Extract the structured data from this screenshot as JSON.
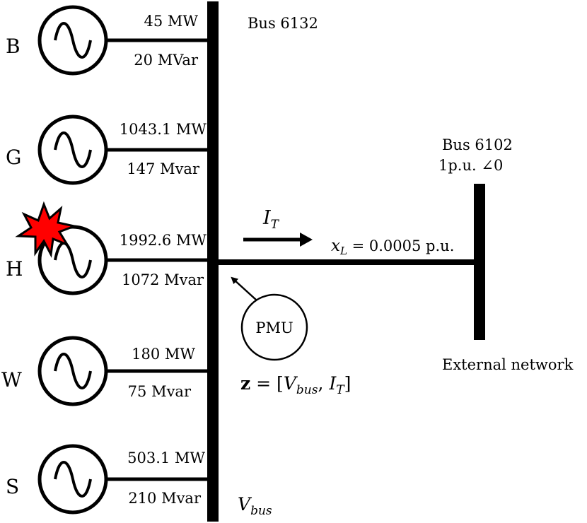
{
  "colors": {
    "line": "#000000",
    "fault_fill": "#ff0000",
    "background": "#ffffff"
  },
  "generators": [
    {
      "letter": "B",
      "active_power": "45 MW",
      "reactive_power": "20 MVar",
      "faulted": false
    },
    {
      "letter": "G",
      "active_power": "1043.1 MW",
      "reactive_power": "147 Mvar",
      "faulted": false
    },
    {
      "letter": "H",
      "active_power": "1992.6 MW",
      "reactive_power": "1072 Mvar",
      "faulted": true
    },
    {
      "letter": "W",
      "active_power": "180 MW",
      "reactive_power": "75 Mvar",
      "faulted": false
    },
    {
      "letter": "S",
      "active_power": "503.1 MW",
      "reactive_power": "210 Mvar",
      "faulted": false
    }
  ],
  "main_bus": {
    "label": "Bus 6132",
    "voltage_symbol": "V",
    "voltage_subscript": "bus"
  },
  "external_bus": {
    "label": "Bus 6102",
    "voltage": "1p.u. ∠0",
    "network_label": "External network"
  },
  "line": {
    "reactance_symbol": "x",
    "reactance_subscript": "L",
    "reactance_value": " = 0.0005 p.u.",
    "current_symbol": "I",
    "current_subscript": "T"
  },
  "pmu": {
    "label": "PMU",
    "measurement_bold": "z",
    "measurement_eq": " = [",
    "measurement_v": "V",
    "measurement_v_sub": "bus",
    "measurement_sep": ", ",
    "measurement_i": "I",
    "measurement_i_sub": "T",
    "measurement_close": "]"
  }
}
